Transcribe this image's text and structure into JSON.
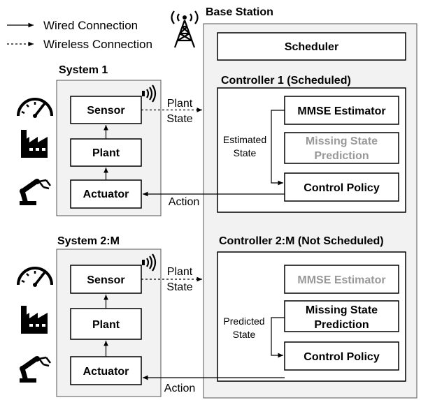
{
  "legend": {
    "wired": "Wired Connection",
    "wireless": "Wireless Connection"
  },
  "base_station": {
    "title": "Base Station",
    "scheduler": "Scheduler",
    "controller_scheduled": {
      "title": "Controller 1 (Scheduled)",
      "mmse": "MMSE Estimator",
      "missing_line1": "Missing State",
      "missing_line2": "Prediction",
      "control": "Control Policy",
      "feedback_line1": "Estimated",
      "feedback_line2": "State"
    },
    "controller_unscheduled": {
      "title": "Controller 2:M (Not Scheduled)",
      "mmse": "MMSE Estimator",
      "missing_line1": "Missing State",
      "missing_line2": "Prediction",
      "control": "Control Policy",
      "feedback_line1": "Predicted",
      "feedback_line2": "State"
    }
  },
  "system1": {
    "title": "System 1",
    "sensor": "Sensor",
    "plant": "Plant",
    "actuator": "Actuator",
    "link_line1": "Plant",
    "link_line2": "State",
    "action": "Action"
  },
  "system2": {
    "title": "System 2:M",
    "sensor": "Sensor",
    "plant": "Plant",
    "actuator": "Actuator",
    "link_line1": "Plant",
    "link_line2": "State",
    "action": "Action"
  },
  "colors": {
    "inactive_text": "#999999",
    "system_fill": "#f2f2f2"
  }
}
